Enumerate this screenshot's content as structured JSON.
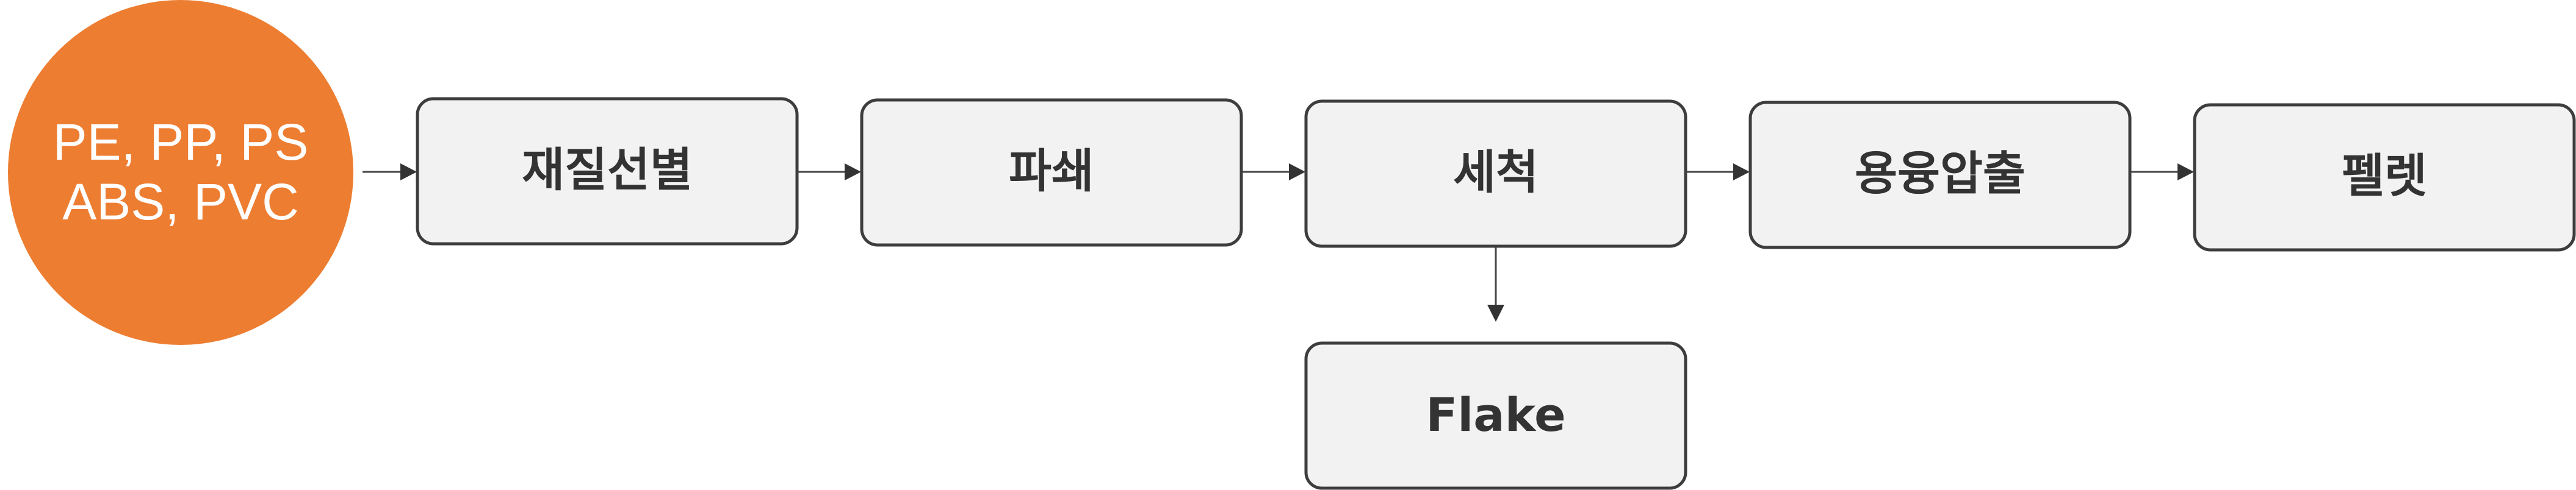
{
  "source": {
    "label_line1": "PE, PP, PS",
    "label_line2": "ABS, PVC",
    "color": "#ed7d31"
  },
  "steps": [
    {
      "id": "sorting",
      "label": "재질선별"
    },
    {
      "id": "crushing",
      "label": "파쇄"
    },
    {
      "id": "washing",
      "label": "세척"
    },
    {
      "id": "extrusion",
      "label": "용융압출"
    },
    {
      "id": "pellet",
      "label": "펠렛"
    }
  ],
  "branch": {
    "id": "flake",
    "label": "Flake",
    "from": "washing"
  },
  "colors": {
    "box_fill": "#f2f2f2",
    "box_stroke": "#3d3d3d",
    "arrow": "#454545",
    "text": "#333333"
  }
}
